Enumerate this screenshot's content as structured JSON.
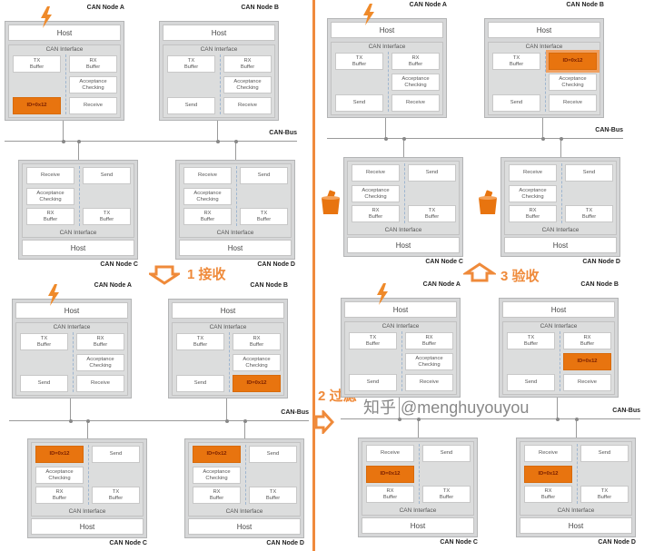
{
  "colors": {
    "frame": "#e8740f",
    "accent": "#f08a3c",
    "node_bg": "#d6d7d8"
  },
  "bus_label": "CAN-Bus",
  "host_label": "Host",
  "interface_label": "CAN Interface",
  "steps": {
    "receive": "1 接收",
    "filter": "2 过滤",
    "accept": "3 验收"
  },
  "watermark": "知乎 @menghuyouyou",
  "panels": [
    {
      "nodes": [
        {
          "label": "CAN Node A",
          "pos": "top",
          "icon": "lightning",
          "cells": [
            [
              "TX\nBuffer",
              "RX\nBuffer"
            ],
            [
              "",
              "Acceptance\nChecking"
            ],
            [
              {
                "text": "ID=0x12"
              },
              "Receive"
            ]
          ]
        },
        {
          "label": "CAN Node B",
          "pos": "top",
          "cells": [
            [
              "TX\nBuffer",
              "RX\nBuffer"
            ],
            [
              "",
              "Acceptance\nChecking"
            ],
            [
              "Send",
              "Receive"
            ]
          ]
        },
        {
          "label": "CAN Node C",
          "pos": "bottom",
          "cells": [
            [
              "Receive",
              "Send"
            ],
            [
              "Acceptance\nChecking",
              ""
            ],
            [
              "RX\nBuffer",
              "TX\nBuffer"
            ]
          ]
        },
        {
          "label": "CAN Node D",
          "pos": "bottom",
          "cells": [
            [
              "Receive",
              "Send"
            ],
            [
              "Acceptance\nChecking",
              ""
            ],
            [
              "RX\nBuffer",
              "TX\nBuffer"
            ]
          ]
        }
      ]
    },
    {
      "nodes": [
        {
          "label": "CAN Node A",
          "pos": "top",
          "icon": "lightning",
          "cells": [
            [
              "TX\nBuffer",
              "RX\nBuffer"
            ],
            [
              "",
              "Acceptance\nChecking"
            ],
            [
              "Send",
              "Receive"
            ]
          ]
        },
        {
          "label": "CAN Node B",
          "pos": "top",
          "cells": [
            [
              "TX\nBuffer",
              {
                "text": "ID=0x12",
                "highlight": true
              }
            ],
            [
              "",
              "Acceptance\nChecking"
            ],
            [
              "Send",
              "Receive"
            ]
          ]
        },
        {
          "label": "CAN Node C",
          "pos": "bottom",
          "icon": "trash",
          "cells": [
            [
              "Receive",
              "Send"
            ],
            [
              "Acceptance\nChecking",
              ""
            ],
            [
              "RX\nBuffer",
              "TX\nBuffer"
            ]
          ]
        },
        {
          "label": "CAN Node D",
          "pos": "bottom",
          "icon": "trash",
          "cells": [
            [
              "Receive",
              "Send"
            ],
            [
              "Acceptance\nChecking",
              ""
            ],
            [
              "RX\nBuffer",
              "TX\nBuffer"
            ]
          ]
        }
      ]
    },
    {
      "nodes": [
        {
          "label": "CAN Node A",
          "pos": "top",
          "icon": "lightning",
          "cells": [
            [
              "TX\nBuffer",
              "RX\nBuffer"
            ],
            [
              "",
              "Acceptance\nChecking"
            ],
            [
              "Send",
              "Receive"
            ]
          ]
        },
        {
          "label": "CAN Node B",
          "pos": "top",
          "cells": [
            [
              "TX\nBuffer",
              "RX\nBuffer"
            ],
            [
              "",
              "Acceptance\nChecking"
            ],
            [
              "Send",
              {
                "text": "ID=0x12"
              }
            ]
          ]
        },
        {
          "label": "CAN Node C",
          "pos": "bottom",
          "cells": [
            [
              {
                "text": "ID=0x12"
              },
              "Send"
            ],
            [
              "Acceptance\nChecking",
              ""
            ],
            [
              "RX\nBuffer",
              "TX\nBuffer"
            ]
          ]
        },
        {
          "label": "CAN Node D",
          "pos": "bottom",
          "cells": [
            [
              {
                "text": "ID=0x12"
              },
              "Send"
            ],
            [
              "Acceptance\nChecking",
              ""
            ],
            [
              "RX\nBuffer",
              "TX\nBuffer"
            ]
          ]
        }
      ]
    },
    {
      "nodes": [
        {
          "label": "CAN Node A",
          "pos": "top",
          "icon": "lightning",
          "cells": [
            [
              "TX\nBuffer",
              "RX\nBuffer"
            ],
            [
              "",
              "Acceptance\nChecking"
            ],
            [
              "Send",
              "Receive"
            ]
          ]
        },
        {
          "label": "CAN Node B",
          "pos": "top",
          "cells": [
            [
              "TX\nBuffer",
              "RX\nBuffer"
            ],
            [
              "",
              {
                "text": "ID=0x12"
              }
            ],
            [
              "Send",
              "Receive"
            ]
          ]
        },
        {
          "label": "CAN Node C",
          "pos": "bottom",
          "cells": [
            [
              "Receive",
              "Send"
            ],
            [
              {
                "text": "ID=0x12"
              },
              ""
            ],
            [
              "RX\nBuffer",
              "TX\nBuffer"
            ]
          ]
        },
        {
          "label": "CAN Node D",
          "pos": "bottom",
          "cells": [
            [
              "Receive",
              "Send"
            ],
            [
              {
                "text": "ID=0x12"
              },
              ""
            ],
            [
              "RX\nBuffer",
              "TX\nBuffer"
            ]
          ]
        }
      ]
    }
  ]
}
